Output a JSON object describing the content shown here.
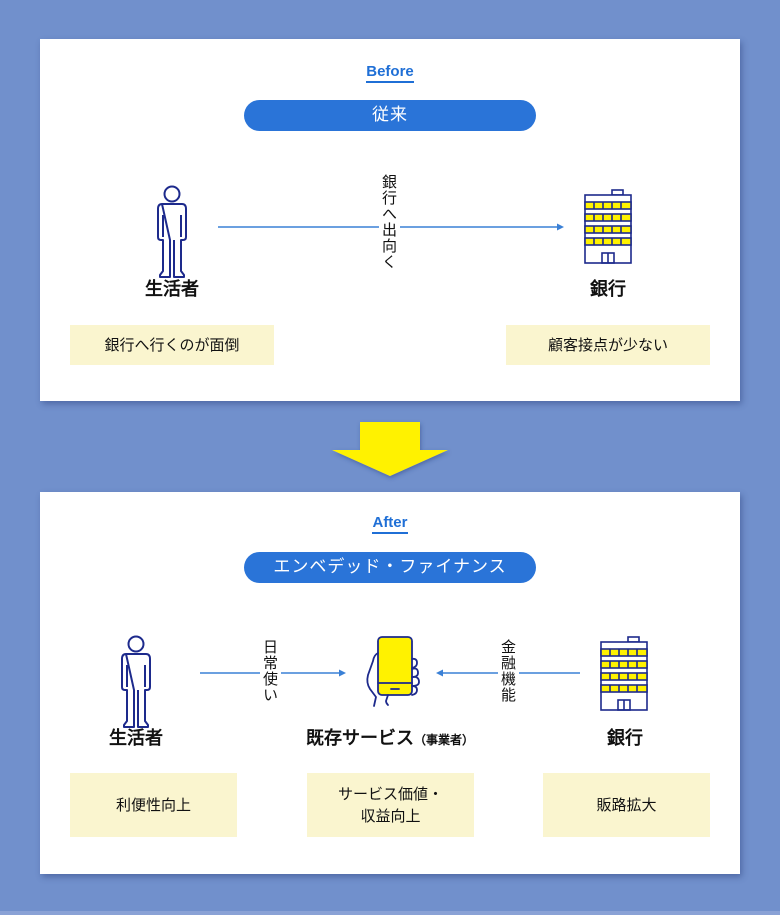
{
  "colors": {
    "background": "#7190cc",
    "card": "#ffffff",
    "accent_blue": "#2a74d8",
    "icon_stroke": "#1d2a8c",
    "icon_fill_yellow": "#fff200",
    "note_bg": "#faf5cf",
    "arrow_yellow": "#fff200"
  },
  "before": {
    "tag": "Before",
    "title": "従来",
    "consumer": {
      "icon": "person-icon",
      "label": "生活者",
      "note": "銀行へ行くのが面倒"
    },
    "bank": {
      "icon": "bank-building-icon",
      "label": "銀行",
      "note": "顧客接点が少ない"
    },
    "flow_label": "銀行へ出向く"
  },
  "transition": {
    "icon": "down-arrow-icon"
  },
  "after": {
    "tag": "After",
    "title": "エンベデッド・ファイナンス",
    "consumer": {
      "icon": "person-icon",
      "label": "生活者",
      "note": "利便性向上"
    },
    "service": {
      "icon": "smartphone-hand-icon",
      "label": "既存サービス",
      "label_suffix": "（事業者）",
      "note_line1": "サービス価値・",
      "note_line2": "収益向上"
    },
    "bank": {
      "icon": "bank-building-icon",
      "label": "銀行",
      "note": "販路拡大"
    },
    "flow_left_label": "日常使い",
    "flow_right_label": "金融機能"
  }
}
